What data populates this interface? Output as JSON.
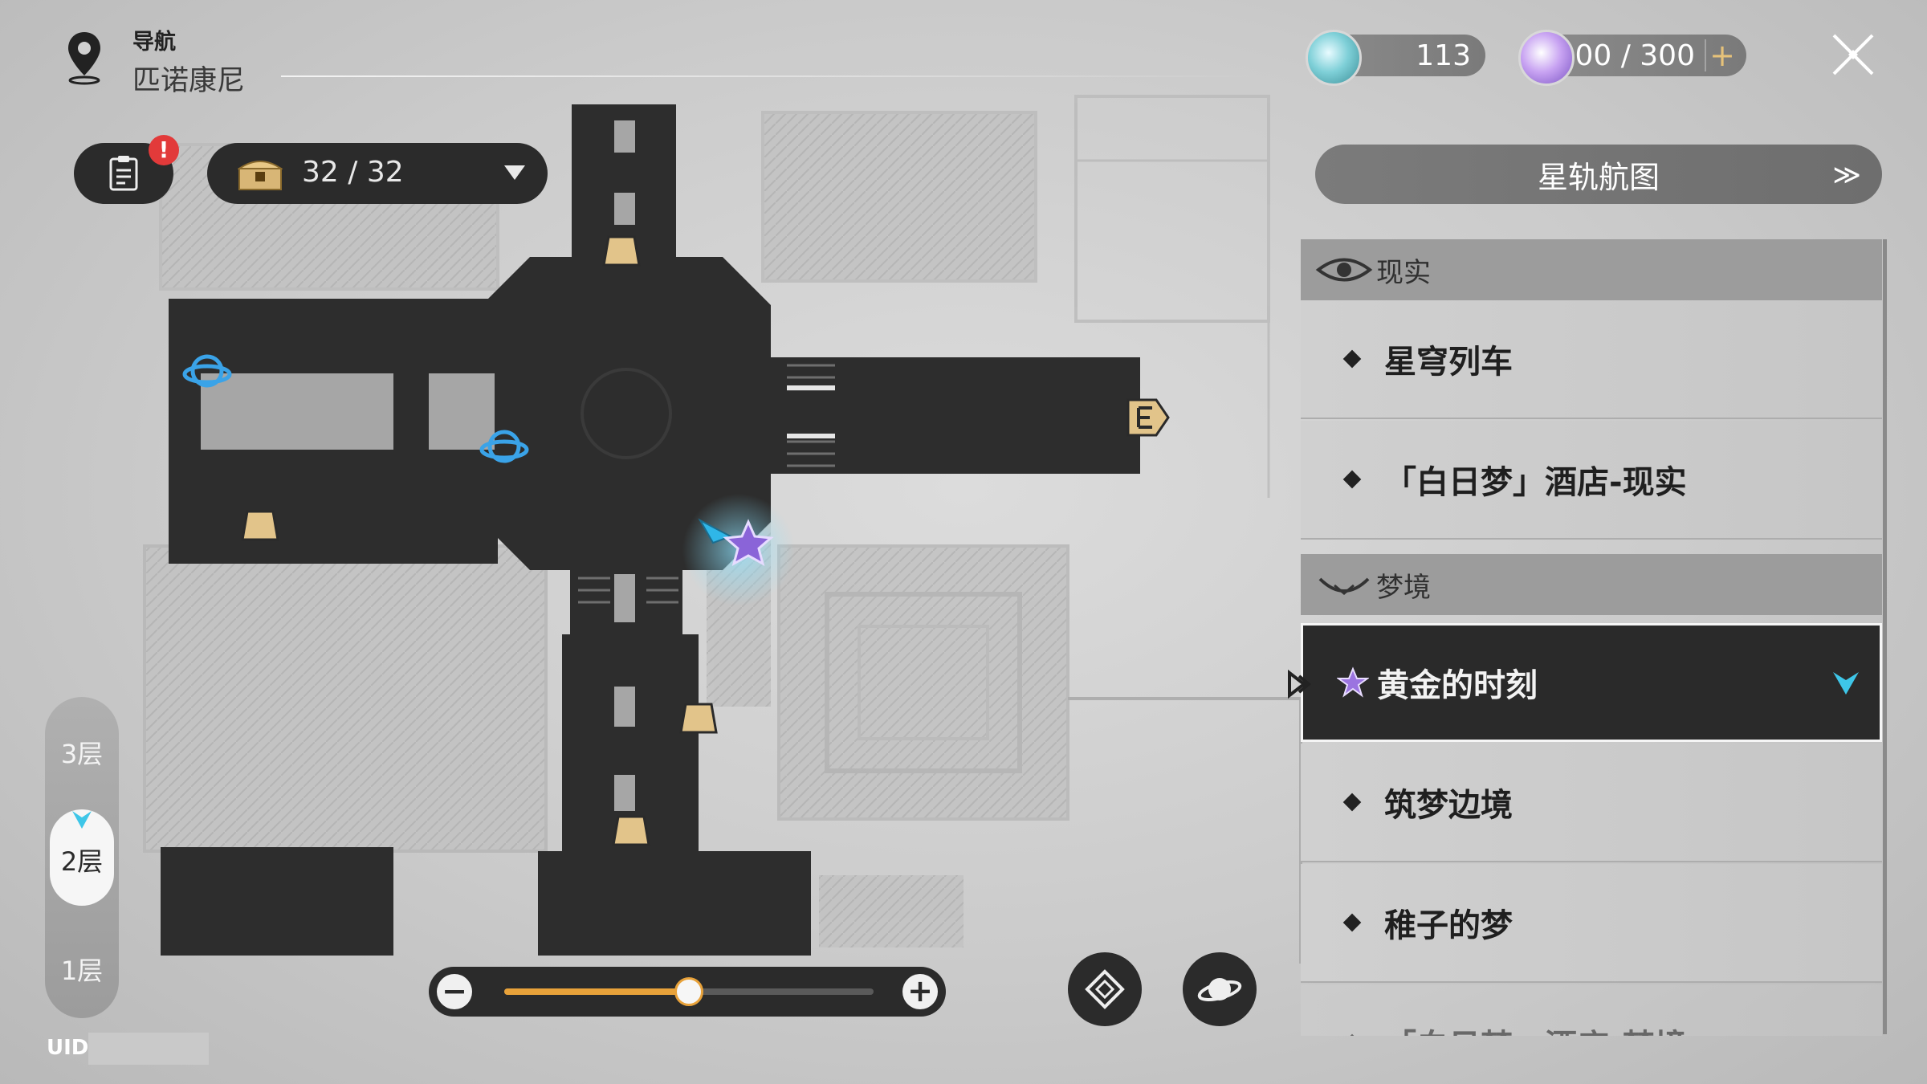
{
  "header": {
    "nav_label": "导航",
    "location": "匹诺康尼",
    "currency_1": {
      "value": "113",
      "icon": "stellar-jade-icon"
    },
    "currency_2": {
      "value": "300 / 300",
      "icon": "trailblaze-power-icon",
      "plus": "+"
    }
  },
  "toolbar": {
    "mission_badge": "!",
    "chest_count": "32 / 32"
  },
  "star_rail": {
    "label": "星轨航图",
    "arrow": "≫"
  },
  "panel": {
    "categories": [
      {
        "label": "现实",
        "icon": "reality-eye-icon"
      },
      {
        "label": "梦境",
        "icon": "dream-icon"
      }
    ],
    "items": [
      {
        "label": "星穹列车"
      },
      {
        "label": "「白日梦」酒店-现实"
      },
      {
        "label": "黄金的时刻",
        "selected": true
      },
      {
        "label": "筑梦边境"
      },
      {
        "label": "稚子的梦"
      },
      {
        "label": "「白日梦」酒店-梦境"
      }
    ]
  },
  "floors": [
    {
      "label": "3层"
    },
    {
      "label": "2层",
      "active": true
    },
    {
      "label": "1层"
    }
  ],
  "uid_label": "UID:",
  "zoom": {
    "minus": "−",
    "plus": "+",
    "level": 0.5
  },
  "colors": {
    "accent": "#e8a23a",
    "selected_bg": "#2a2a2a",
    "chevron": "#3ec6e8"
  }
}
